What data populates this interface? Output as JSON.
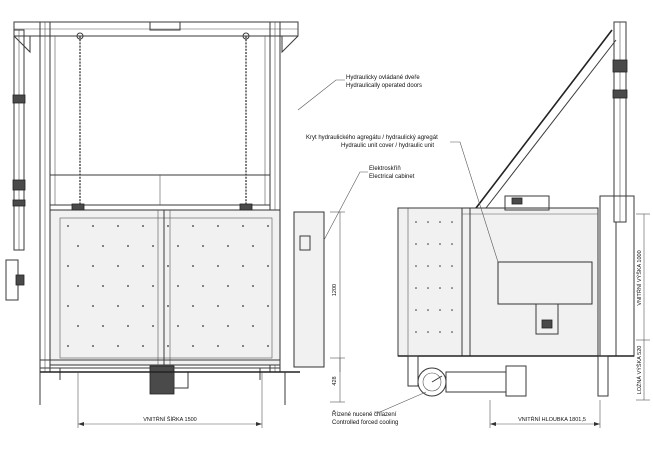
{
  "callouts": {
    "doors_cz": "Hydraulicky ovládané dveře",
    "doors_en": "Hydraulically operated doors",
    "cover_cz": "Kryt hydraulického agregátu / hydraulický agregát",
    "cover_en": "Hydraulic unit cover / hydraulic unit",
    "cabinet_cz": "Elektroskříň",
    "cabinet_en": "Electrical cabinet",
    "cooling_cz": "Řízené nucené chlazení",
    "cooling_en": "Controlled forced cooling"
  },
  "dimensions": {
    "inner_width": "VNITŘNÍ ŠÍŘKA 1500",
    "inner_depth": "VNITŘNÍ HLOUBKA 1801,5",
    "inner_height": "VNITŘNÍ VÝŠKA 1000",
    "loading_height": "LOŽNÁ VÝŠKA 520",
    "height_1200": "1200",
    "height_428": "428"
  }
}
